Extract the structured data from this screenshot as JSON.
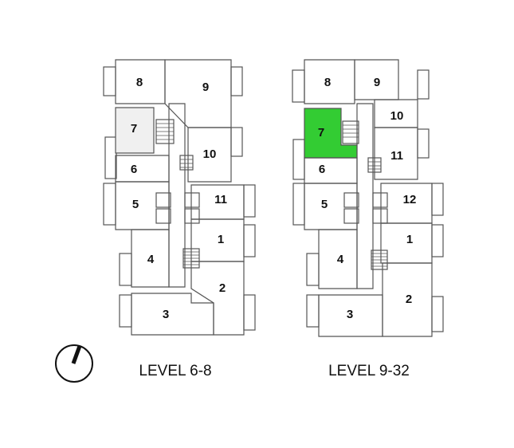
{
  "plans": [
    {
      "title": "LEVEL 6-8",
      "units": [
        "8",
        "9",
        "7",
        "10",
        "6",
        "5",
        "11",
        "1",
        "4",
        "2",
        "3"
      ],
      "highlighted_unit": "",
      "unit_fill": "#f0f0f0"
    },
    {
      "title": "LEVEL 9-32",
      "units": [
        "8",
        "9",
        "10",
        "7",
        "11",
        "6",
        "12",
        "5",
        "1",
        "4",
        "2",
        "3"
      ],
      "highlighted_unit": "7",
      "highlight_color": "#33cc33"
    }
  ],
  "north_arrow": {
    "icon": "north-arrow-icon"
  },
  "colors": {
    "line": "#555555",
    "background": "#ffffff"
  }
}
